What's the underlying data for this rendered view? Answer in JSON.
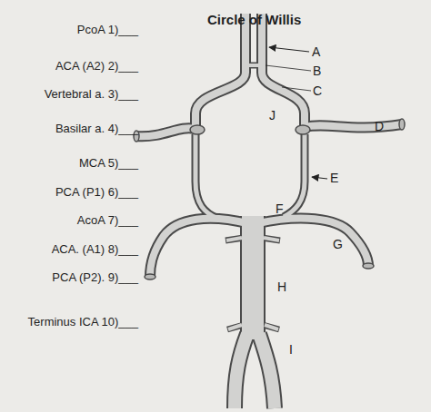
{
  "diagram": {
    "title": "Circle of Willis",
    "labels": [
      "PcoA 1)___",
      "ACA (A2) 2)___",
      "Vertebral a. 3)___",
      "Basilar a. 4)___",
      "MCA 5)___",
      "PCA (P1) 6)___",
      "AcoA 7)___",
      "ACA. (A1) 8)___",
      "PCA (P2). 9)___",
      "Terminus ICA 10)___",
      "A",
      "B",
      "C",
      "J",
      "D",
      "E",
      "F",
      "G",
      "H",
      "I"
    ]
  }
}
